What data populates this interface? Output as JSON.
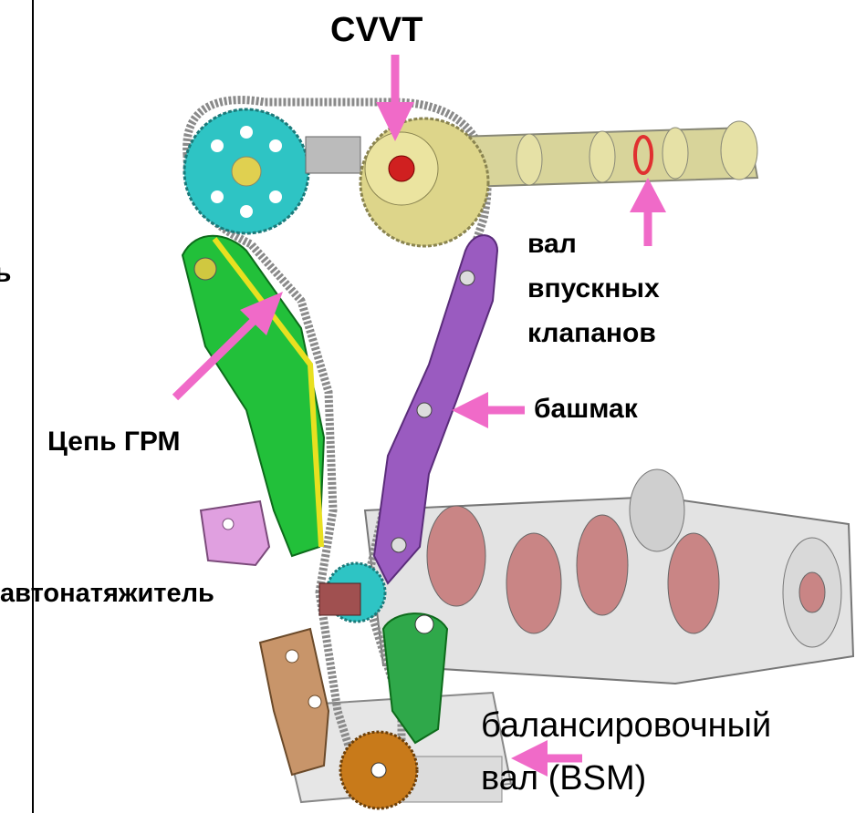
{
  "labels": {
    "cvvt": "CVVT",
    "intake_shaft_1": "вал",
    "intake_shaft_2": "впускных",
    "intake_shaft_3": "клапанов",
    "guide": "башмак",
    "timing_chain": "Цепь ГРМ",
    "tensioner": "автонатяжитель",
    "balance_shaft_1": "балансировочный",
    "balance_shaft_2": "вал (BSM)",
    "edge_fragment": "ь"
  },
  "colors": {
    "arrow": "#f06ac8",
    "exhaust_sprocket": "#2ec4c4",
    "cvvt_sprocket": "#ddd58a",
    "chain": "#8a8a8a",
    "tensioner_arm": "#22c03a",
    "guide_rail": "#9a5bc0",
    "crankshaft": "#d9d9d9",
    "crank_pins": "#cc7a7a",
    "tensioner_body": "#e0a0e0",
    "bsm_sprocket": "#c87a1a",
    "oil_pump_bracket": "#c8956a"
  }
}
